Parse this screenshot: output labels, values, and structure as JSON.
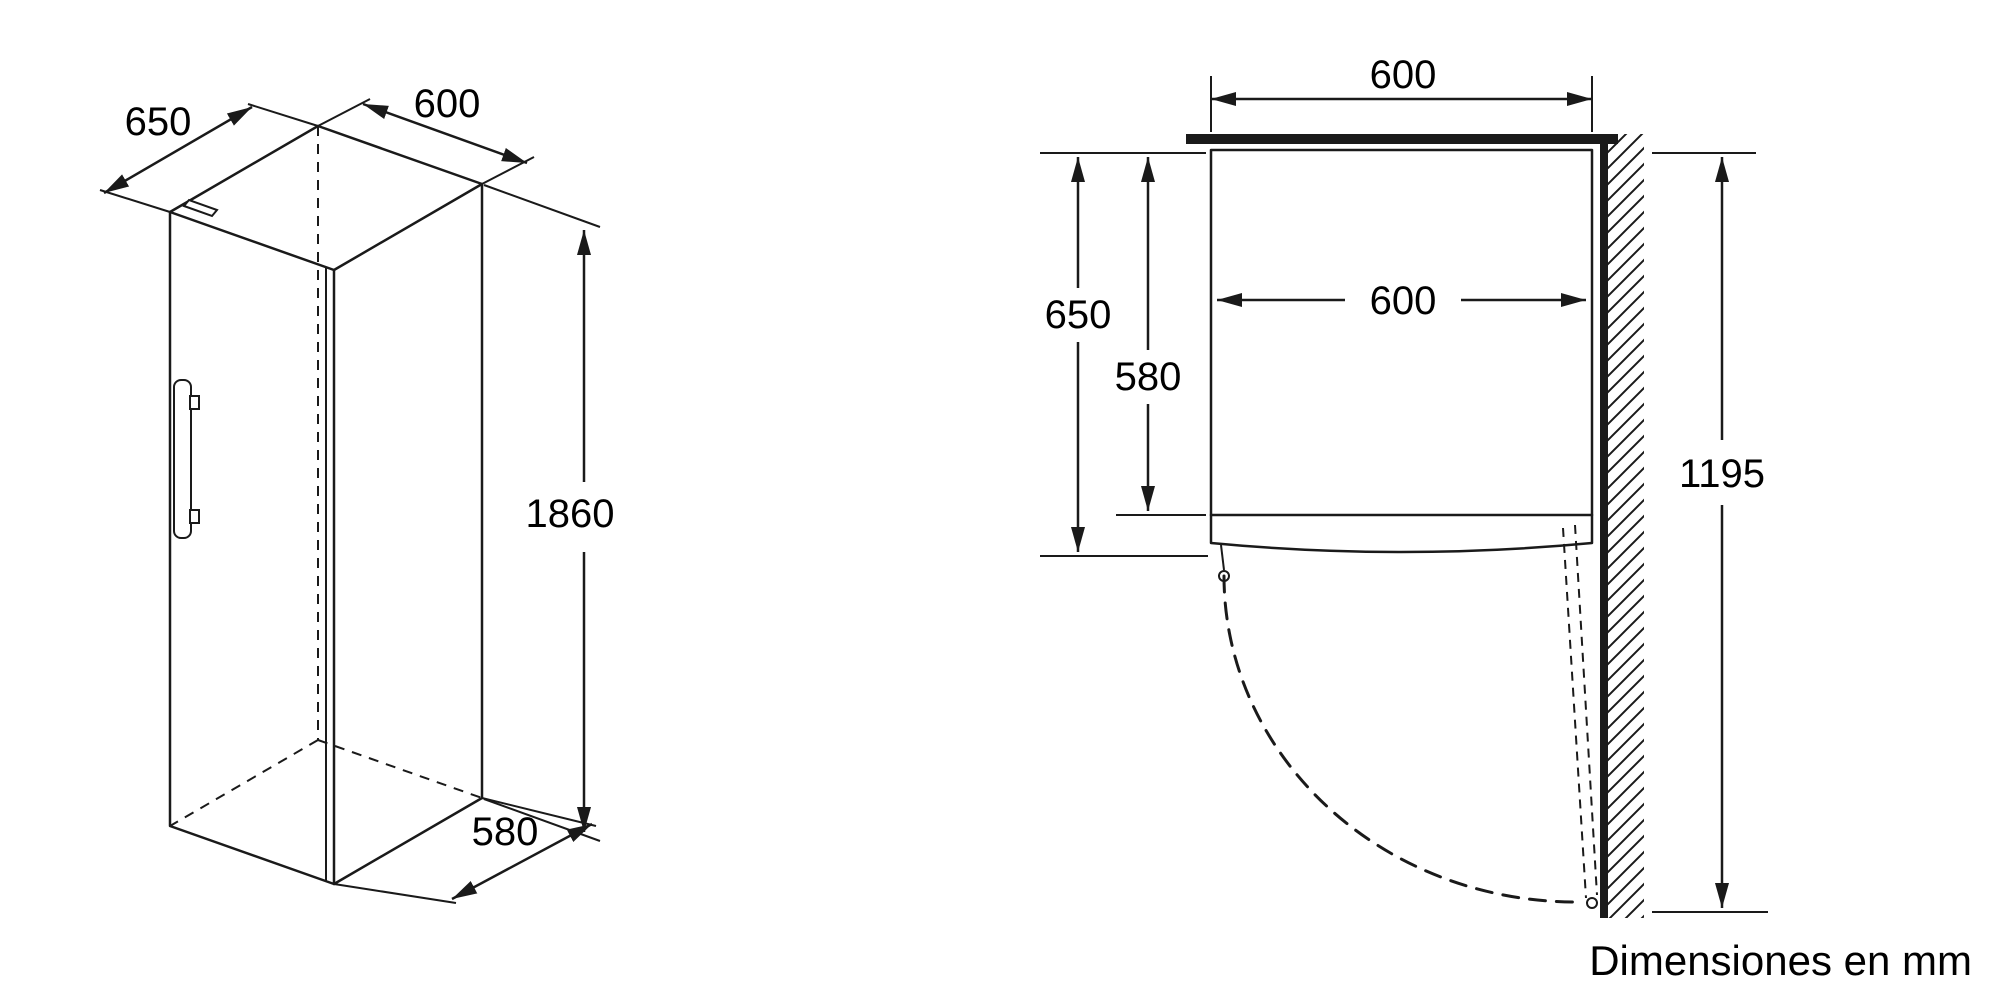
{
  "caption": "Dimensiones en mm",
  "isometric": {
    "depth_label": "650",
    "width_label": "600",
    "height_label": "1860",
    "base_depth_label": "580"
  },
  "top_view": {
    "niche_width_label": "600",
    "inner_width_label": "600",
    "total_depth_label": "650",
    "body_depth_label": "580",
    "door_clearance_label": "1195"
  },
  "colors": {
    "line": "#1a1a1a",
    "text": "#000000",
    "background": "#ffffff"
  }
}
